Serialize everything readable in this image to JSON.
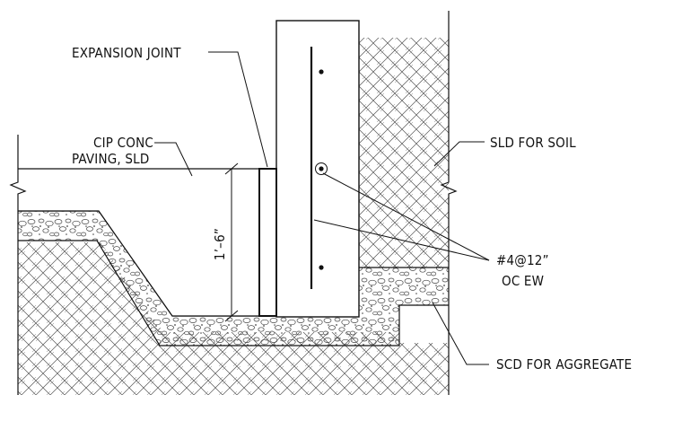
{
  "labels": {
    "expansion_joint": "EXPANSION JOINT",
    "cip_line1": "CIP CONC",
    "cip_line2": "PAVING, SLD",
    "sld_soil": "SLD FOR SOIL",
    "rebar_line1": "#4@12”",
    "rebar_line2": "OC EW",
    "scd_aggregate": "SCD FOR AGGREGATE",
    "dimension": "1’–6”"
  }
}
